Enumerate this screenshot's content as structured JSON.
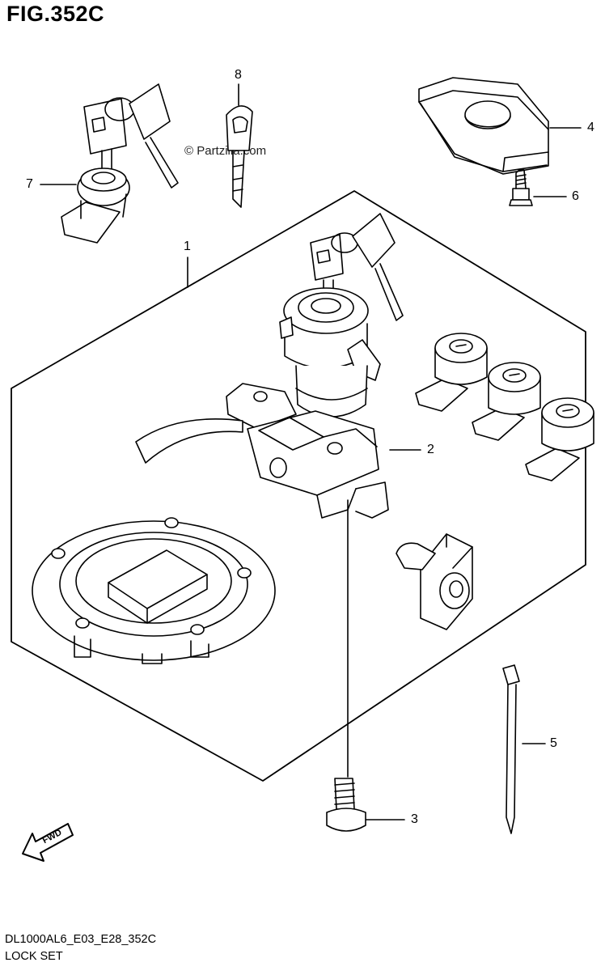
{
  "figure": {
    "title": "FIG.352C",
    "watermark": "© Partzilla.com",
    "code": "DL1000AL6_E03_E28_352C",
    "caption": "LOCK SET",
    "fwd_label": "FWD"
  },
  "callouts": [
    {
      "id": "1",
      "label": "1"
    },
    {
      "id": "2",
      "label": "2"
    },
    {
      "id": "3",
      "label": "3"
    },
    {
      "id": "4",
      "label": "4"
    },
    {
      "id": "5",
      "label": "5"
    },
    {
      "id": "6",
      "label": "6"
    },
    {
      "id": "7",
      "label": "7"
    },
    {
      "id": "8",
      "label": "8"
    }
  ]
}
